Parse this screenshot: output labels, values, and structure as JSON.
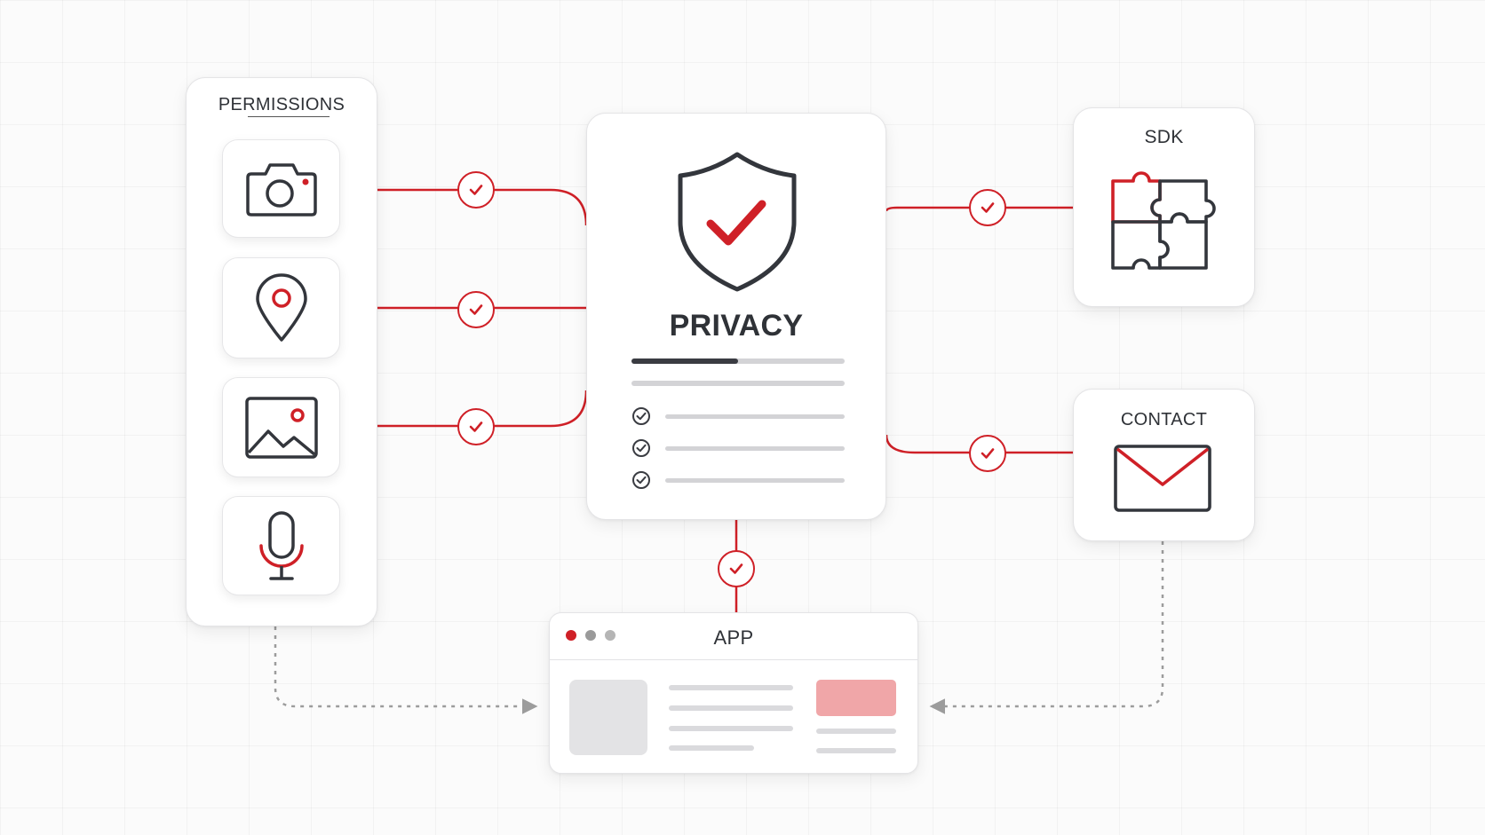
{
  "permissions": {
    "title": "PERMISSIONS",
    "items": [
      {
        "icon": "camera-icon"
      },
      {
        "icon": "location-pin-icon"
      },
      {
        "icon": "image-icon"
      },
      {
        "icon": "microphone-icon"
      }
    ]
  },
  "privacy": {
    "title": "PRIVACY",
    "icon": "shield-check-icon",
    "progress": 0.5,
    "checklist_count": 3
  },
  "sdk": {
    "title": "SDK",
    "icon": "puzzle-icon"
  },
  "contact": {
    "title": "CONTACT",
    "icon": "envelope-icon"
  },
  "app": {
    "title": "APP",
    "window_dots": [
      "#cf2027",
      "#9a9a9a",
      "#b5b5b5"
    ]
  },
  "colors": {
    "accent": "#cf2027",
    "icon_stroke": "#33363c",
    "dashed_arrow": "#9c9c9c",
    "card_border": "#e4e4e6"
  }
}
